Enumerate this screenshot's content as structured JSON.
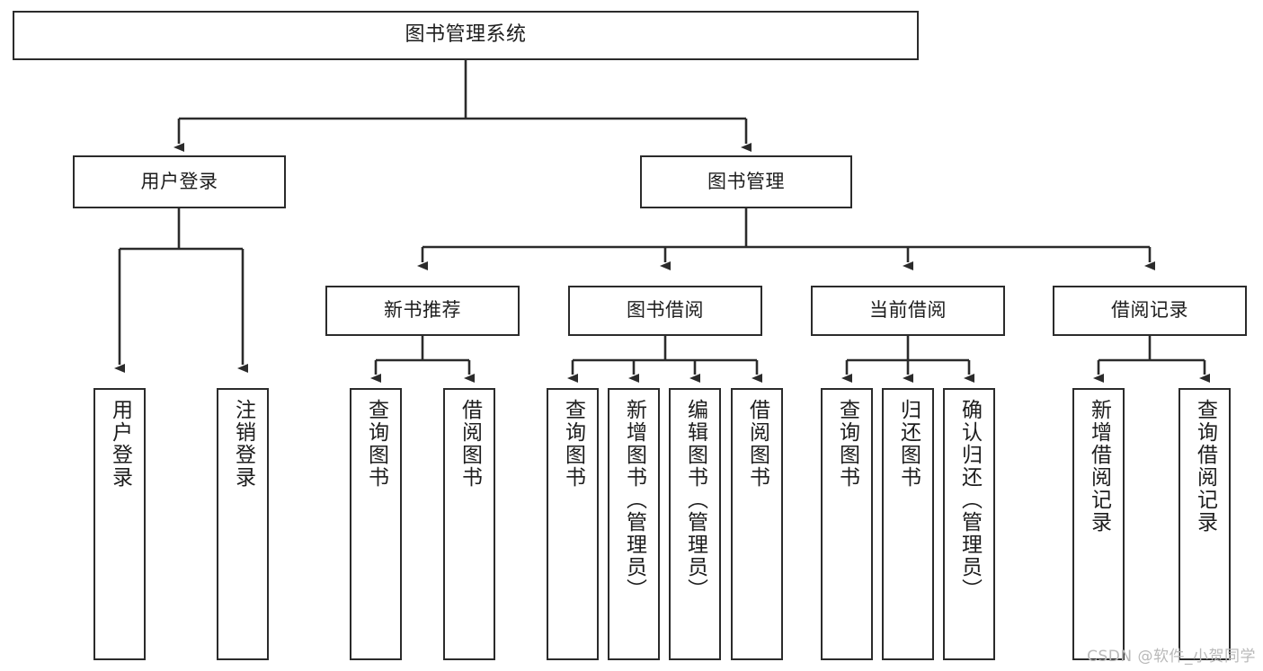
{
  "diagram": {
    "title": "图书管理系统",
    "type": "hierarchy-tree",
    "watermark": "CSDN @软件_小贺同学",
    "colors": {
      "box_border": "#2b2b2b",
      "box_fill": "#ffffff",
      "text": "#1d1d1d",
      "edge": "#2b2b2b",
      "watermark": "#b9b9b9",
      "page_background": "#ffffff"
    },
    "levels": [
      {
        "level": 1,
        "nodes": [
          {
            "id": "root",
            "label": "图书管理系统",
            "orientation": "horizontal"
          }
        ]
      },
      {
        "level": 2,
        "nodes": [
          {
            "id": "login",
            "label": "用户登录",
            "orientation": "horizontal",
            "parent": "root"
          },
          {
            "id": "bookmgmt",
            "label": "图书管理",
            "orientation": "horizontal",
            "parent": "root"
          }
        ]
      },
      {
        "level": 3,
        "nodes": [
          {
            "id": "newbook",
            "label": "新书推荐",
            "orientation": "horizontal",
            "parent": "bookmgmt"
          },
          {
            "id": "borrow",
            "label": "图书借阅",
            "orientation": "horizontal",
            "parent": "bookmgmt"
          },
          {
            "id": "current",
            "label": "当前借阅",
            "orientation": "horizontal",
            "parent": "bookmgmt"
          },
          {
            "id": "records",
            "label": "借阅记录",
            "orientation": "horizontal",
            "parent": "bookmgmt"
          }
        ]
      },
      {
        "level": 4,
        "nodes": [
          {
            "id": "leaf1",
            "label": "用户登录",
            "orientation": "vertical",
            "parent": "login"
          },
          {
            "id": "leaf2",
            "label": "注销登录",
            "orientation": "vertical",
            "parent": "login"
          },
          {
            "id": "leaf3",
            "label": "查询图书",
            "orientation": "vertical",
            "parent": "newbook"
          },
          {
            "id": "leaf4",
            "label": "借阅图书",
            "orientation": "vertical",
            "parent": "newbook"
          },
          {
            "id": "leaf5",
            "label": "查询图书",
            "orientation": "vertical",
            "parent": "borrow"
          },
          {
            "id": "leaf6",
            "label": "新增图书（管理员）",
            "orientation": "vertical",
            "parent": "borrow"
          },
          {
            "id": "leaf7",
            "label": "编辑图书（管理员）",
            "orientation": "vertical",
            "parent": "borrow"
          },
          {
            "id": "leaf8",
            "label": "借阅图书",
            "orientation": "vertical",
            "parent": "borrow"
          },
          {
            "id": "leaf9",
            "label": "查询图书",
            "orientation": "vertical",
            "parent": "current"
          },
          {
            "id": "leaf10",
            "label": "归还图书",
            "orientation": "vertical",
            "parent": "current"
          },
          {
            "id": "leaf11",
            "label": "确认归还（管理员）",
            "orientation": "vertical",
            "parent": "current"
          },
          {
            "id": "leaf12",
            "label": "新增借阅记录",
            "orientation": "vertical",
            "parent": "records"
          },
          {
            "id": "leaf13",
            "label": "查询借阅记录",
            "orientation": "vertical",
            "parent": "records"
          }
        ]
      }
    ]
  }
}
